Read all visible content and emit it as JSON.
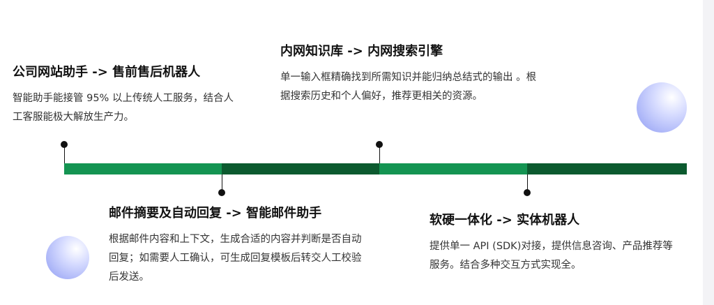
{
  "milestones": [
    {
      "title": "公司网站助手  -> 售前售后机器人",
      "desc": "智能助手能接管 95% 以上传统人工服务，结合人工客服能极大解放生产力。"
    },
    {
      "title": "邮件摘要及自动回复 -> 智能邮件助手",
      "desc": "根据邮件内容和上下文，生成合适的内容并判断是否自动回复；如需要人工确认，可生成回复模板后转交人工校验后发送。"
    },
    {
      "title": "内网知识库 -> 内网搜索引擎",
      "desc": "单一输入框精确找到所需知识并能归纳总结式的输出 。根据搜索历史和个人偏好，推荐更相关的资源。"
    },
    {
      "title": "软硬一体化 -> 实体机器人",
      "desc": "提供单一 API (SDK)对接，提供信息咨询、产品推荐等服务。结合多种交互方式实现全。"
    }
  ],
  "colors": {
    "bar_light": "#149452",
    "bar_dark": "#0c5a2f",
    "orb": "#8f9cf3"
  }
}
